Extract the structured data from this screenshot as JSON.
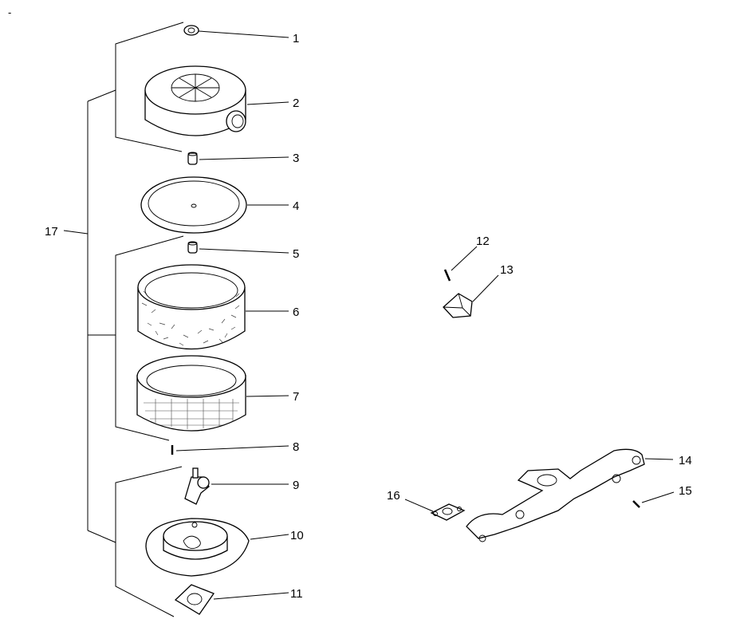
{
  "corner_mark": "-",
  "callouts": [
    {
      "id": "1",
      "label": "1"
    },
    {
      "id": "2",
      "label": "2"
    },
    {
      "id": "3",
      "label": "3"
    },
    {
      "id": "4",
      "label": "4"
    },
    {
      "id": "5",
      "label": "5"
    },
    {
      "id": "6",
      "label": "6"
    },
    {
      "id": "7",
      "label": "7"
    },
    {
      "id": "8",
      "label": "8"
    },
    {
      "id": "9",
      "label": "9"
    },
    {
      "id": "10",
      "label": "10"
    },
    {
      "id": "11",
      "label": "11"
    },
    {
      "id": "12",
      "label": "12"
    },
    {
      "id": "13",
      "label": "13"
    },
    {
      "id": "14",
      "label": "14"
    },
    {
      "id": "15",
      "label": "15"
    },
    {
      "id": "16",
      "label": "16"
    },
    {
      "id": "17",
      "label": "17"
    }
  ]
}
